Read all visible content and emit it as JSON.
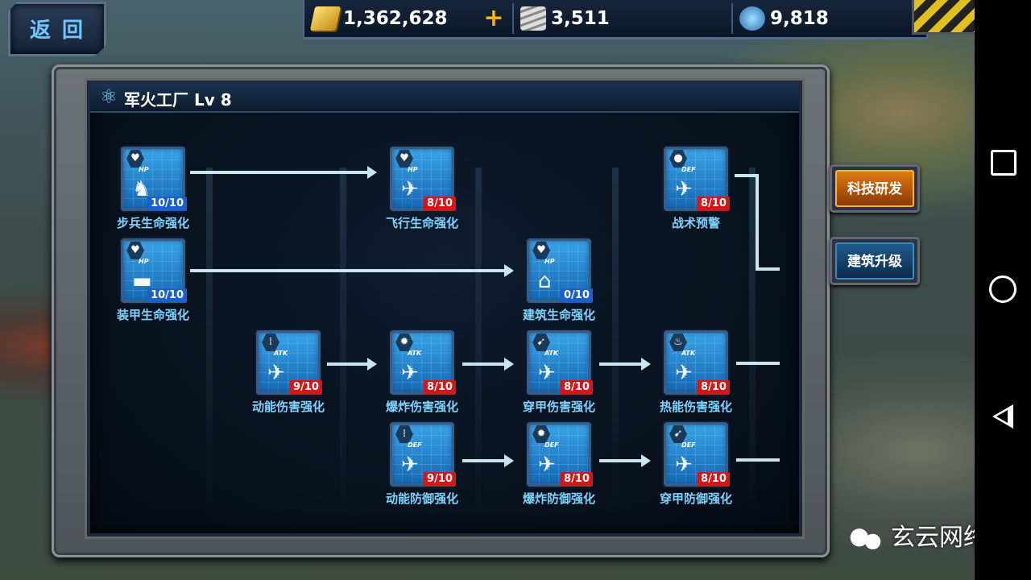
{
  "top": {
    "back_label": "返回",
    "resources": [
      {
        "icon": "gold-bar-icon",
        "value": "1,362,628"
      },
      {
        "icon": "steel-pipes-icon",
        "value": "3,511"
      },
      {
        "icon": "oil-crystal-icon",
        "value": "9,818"
      }
    ],
    "plus_label": "+"
  },
  "panel": {
    "title": "军火工厂  Lv 8",
    "title_icon": "atom-icon"
  },
  "nodes": [
    {
      "tag": "HP",
      "category": "heart-icon",
      "unit": "infantry-icon",
      "progress": "10/10",
      "status": "blue",
      "label": "步兵生命强化"
    },
    {
      "tag": "HP",
      "category": "heart-icon",
      "unit": "helicopter-icon",
      "progress": "8/10",
      "status": "red",
      "label": "飞行生命强化"
    },
    {
      "tag": "DEF",
      "category": "dots-icon",
      "unit": "units-icon",
      "progress": "8/10",
      "status": "red",
      "label": "战术预警"
    },
    {
      "tag": "HP",
      "category": "heart-icon",
      "unit": "tank-icon",
      "progress": "10/10",
      "status": "blue",
      "label": "装甲生命强化"
    },
    {
      "tag": "HP",
      "category": "heart-icon",
      "unit": "building-icon",
      "progress": "0/10",
      "status": "blue",
      "label": "建筑生命强化"
    },
    {
      "tag": "ATK",
      "category": "bullets-icon",
      "unit": "units-icon",
      "progress": "9/10",
      "status": "red",
      "label": "动能伤害强化"
    },
    {
      "tag": "ATK",
      "category": "explosion-icon",
      "unit": "units-icon",
      "progress": "8/10",
      "status": "red",
      "label": "爆炸伤害强化"
    },
    {
      "tag": "ATK",
      "category": "pierce-icon",
      "unit": "units-icon",
      "progress": "8/10",
      "status": "red",
      "label": "穿甲伤害强化"
    },
    {
      "tag": "ATK",
      "category": "flame-icon",
      "unit": "units-icon",
      "progress": "8/10",
      "status": "red",
      "label": "热能伤害强化"
    },
    {
      "tag": "DEF",
      "category": "bullets-icon",
      "unit": "units-icon",
      "progress": "9/10",
      "status": "red",
      "label": "动能防御强化"
    },
    {
      "tag": "DEF",
      "category": "explosion-icon",
      "unit": "units-icon",
      "progress": "8/10",
      "status": "red",
      "label": "爆炸防御强化"
    },
    {
      "tag": "DEF",
      "category": "pierce-icon",
      "unit": "units-icon",
      "progress": "8/10",
      "status": "red",
      "label": "穿甲防御强化"
    }
  ],
  "side_buttons": {
    "tech": "科技研发",
    "build": "建筑升级"
  },
  "watermark": "玄云网络"
}
